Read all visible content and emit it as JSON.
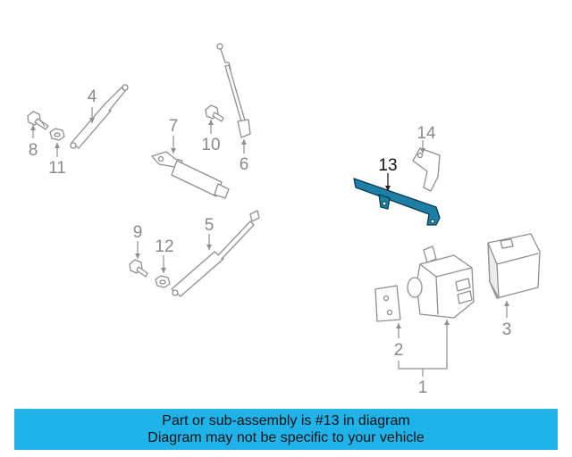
{
  "diagram": {
    "callouts": {
      "c1": "1",
      "c2": "2",
      "c3": "3",
      "c4": "4",
      "c5": "5",
      "c6": "6",
      "c7": "7",
      "c8": "8",
      "c9": "9",
      "c10": "10",
      "c11": "11",
      "c12": "12",
      "c13": "13",
      "c14": "14"
    },
    "highlighted_part": "13",
    "colors": {
      "highlight_fill": "#1d7fa6",
      "highlight_stroke": "#0c3b52",
      "line_gray": "#8f8f8f",
      "banner_bg": "#1fb3e9"
    }
  },
  "banner": {
    "line1": "Part or sub-assembly is #13 in diagram",
    "line2": "Diagram may not be specific to your vehicle"
  }
}
